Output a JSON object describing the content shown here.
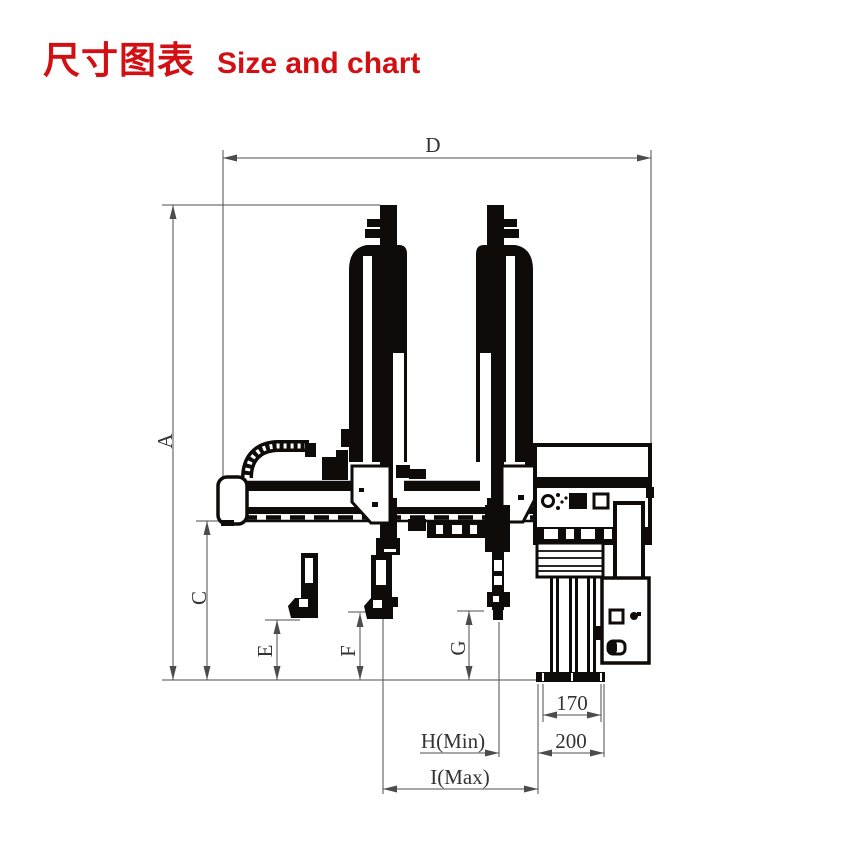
{
  "header": {
    "title_zh": "尺寸图表",
    "title_en": "Size and chart"
  },
  "diagram": {
    "type": "robot-dimension-drawing",
    "dim_labels": {
      "d": "D",
      "a": "A",
      "c": "C",
      "e": "E",
      "f": "F",
      "g": "G",
      "h_min": "H(Min)",
      "i_max": "I(Max)",
      "leg_span": "170",
      "base_width": "200"
    }
  },
  "colors": {
    "accent_red": "#d20f13",
    "drawing_ink": "#0e0b08",
    "dimension_gray": "#4c4c4c"
  }
}
